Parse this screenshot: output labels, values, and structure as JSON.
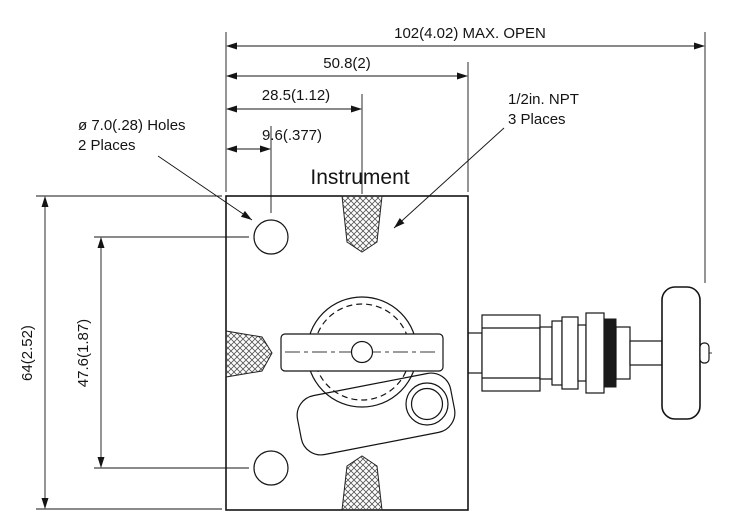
{
  "drawing": {
    "dims": {
      "max_open": "102(4.02) MAX. OPEN",
      "width_full": "50.8(2)",
      "width_port": "28.5(1.12)",
      "width_hole": "9.6(.377)",
      "height_full": "64(2.52)",
      "height_holes": "47.6(1.87)"
    },
    "notes": {
      "holes_line1": "ø 7.0(.28) Holes",
      "holes_line2": "2 Places",
      "npt_line1": "1/2in. NPT",
      "npt_line2": "3 Places",
      "port_label": "Instrument"
    },
    "colors": {
      "line": "#141414",
      "bg": "#ffffff"
    }
  }
}
